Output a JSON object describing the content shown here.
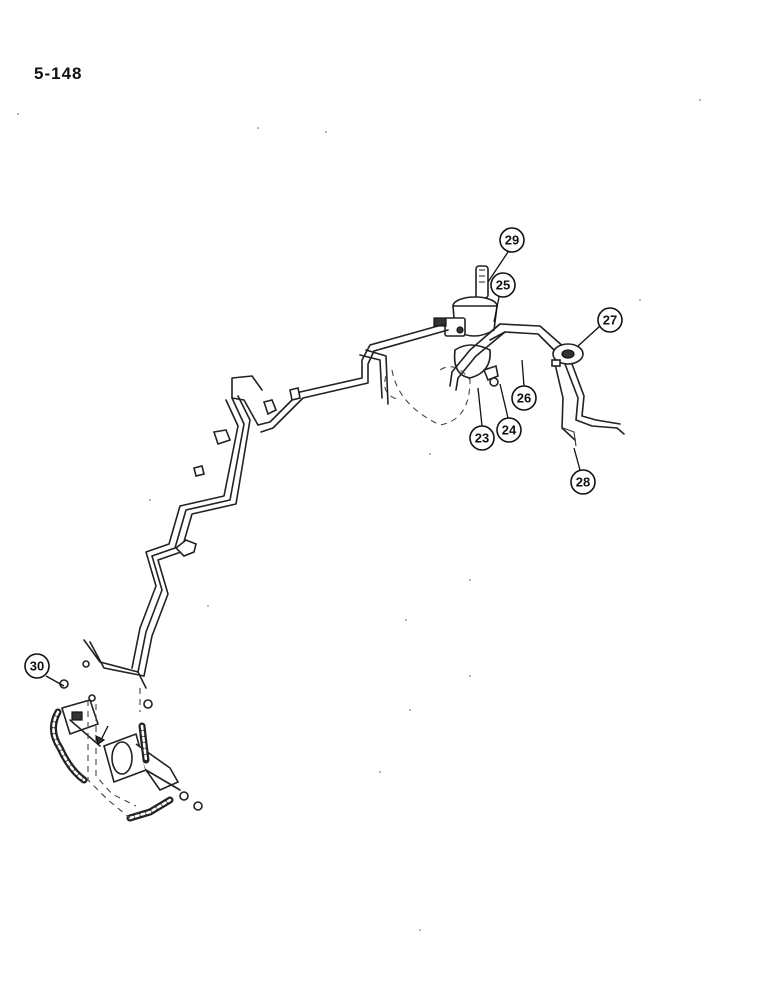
{
  "page": {
    "number": "5-148"
  },
  "callouts": [
    {
      "id": "29",
      "label": "29"
    },
    {
      "id": "25",
      "label": "25"
    },
    {
      "id": "27",
      "label": "27"
    },
    {
      "id": "26",
      "label": "26"
    },
    {
      "id": "23",
      "label": "23"
    },
    {
      "id": "24",
      "label": "24"
    },
    {
      "id": "28",
      "label": "28"
    },
    {
      "id": "30",
      "label": "30"
    }
  ]
}
